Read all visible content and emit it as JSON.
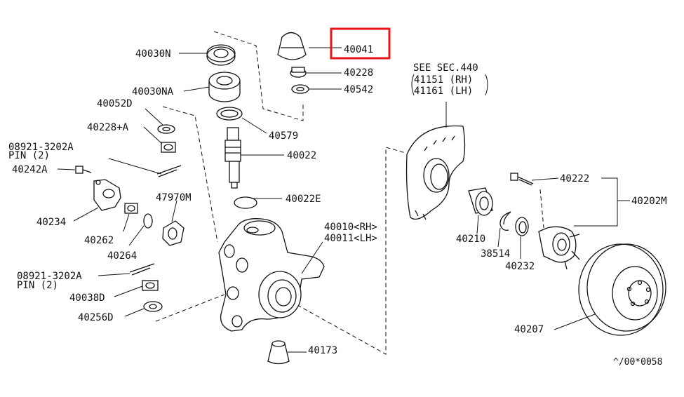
{
  "highlight_color": "#e8151b",
  "labels": {
    "p40030N": "40030N",
    "p40041": "40041",
    "p40228a": "40228",
    "p40542": "40542",
    "p40030NA": "40030NA",
    "p40052D": "40052D",
    "p40228A": "40228+A",
    "p40579": "40579",
    "p40022": "40022",
    "pin1_code": "08921-3202A",
    "pin1_text": "PIN (2)",
    "p40242A": "40242A",
    "p40022E": "40022E",
    "p47970M": "47970M",
    "p40234": "40234",
    "p40262": "40262",
    "p40264": "40264",
    "p40010": "40010<RH>",
    "p40011": "40011<LH>",
    "pin2_code": "08921-3202A",
    "pin2_text": "PIN (2)",
    "p40038D": "40038D",
    "p40256D": "40256D",
    "p40173": "40173",
    "see_sec": "SEE SEC.440",
    "p41151": "41151 (RH)",
    "p41161": "41161 (LH)",
    "p40222": "40222",
    "p40202M": "40202M",
    "p40210": "40210",
    "p38514": "38514",
    "p40232": "40232",
    "p40207": "40207",
    "ref_code": "^/00*0058"
  }
}
